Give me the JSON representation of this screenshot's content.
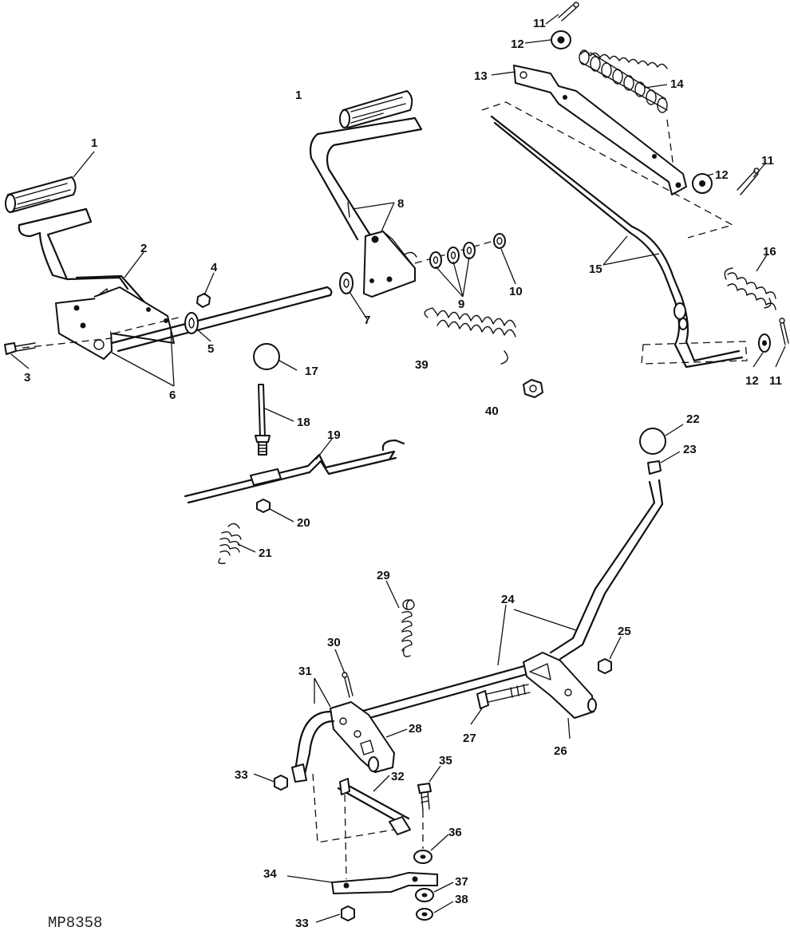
{
  "figure_id": "MP8358",
  "callouts": {
    "c1a": "1",
    "c1b": "1",
    "c2": "2",
    "c3": "3",
    "c4": "4",
    "c5": "5",
    "c6": "6",
    "c7": "7",
    "c8": "8",
    "c9": "9",
    "c10": "10",
    "c11a": "11",
    "c11b": "11",
    "c11c": "11",
    "c12a": "12",
    "c12b": "12",
    "c12c": "12",
    "c13": "13",
    "c14": "14",
    "c15": "15",
    "c16": "16",
    "c17": "17",
    "c18": "18",
    "c19": "19",
    "c20": "20",
    "c21": "21",
    "c22": "22",
    "c23": "23",
    "c24": "24",
    "c25": "25",
    "c26": "26",
    "c27": "27",
    "c28": "28",
    "c29": "29",
    "c30": "30",
    "c31": "31",
    "c32": "32",
    "c33a": "33",
    "c33b": "33",
    "c34": "34",
    "c35": "35",
    "c36": "36",
    "c37": "37",
    "c38": "38",
    "c39": "39",
    "c40": "40"
  }
}
